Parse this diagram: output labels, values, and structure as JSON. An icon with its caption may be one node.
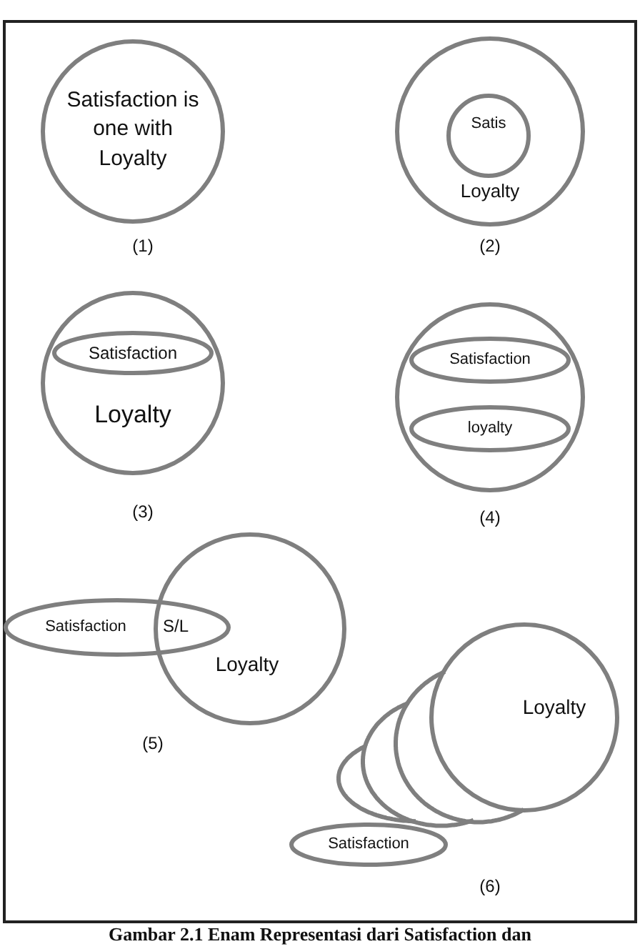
{
  "diagram": {
    "caption": "Gambar 2.1 Enam Representasi dari Satisfaction dan",
    "nodes": [
      {
        "text": [
          "Satisfaction is one with Loyalty"
        ]
      },
      {
        "text": [
          "Loyalty"
        ]
      },
      {
        "text": [
          "Satis"
        ],
        "in": 1
      },
      {
        "text": [
          "Loyalty"
        ]
      },
      {
        "text": [
          "Satisfaction"
        ],
        "in": 3
      },
      {
        "text": [],
        "shape": "circle"
      },
      {
        "text": [
          "Satisfaction"
        ],
        "in": 5
      },
      {
        "text": [
          "loyalty"
        ],
        "in": 5
      },
      {
        "text": [
          "Satisfaction"
        ]
      },
      {
        "text": [
          "Loyalty"
        ]
      },
      {
        "text": [
          "Loyalty"
        ]
      },
      {
        "text": [],
        "shape": "crescent"
      },
      {
        "text": [],
        "shape": "crescent"
      },
      {
        "text": [],
        "shape": "crescent"
      },
      {
        "text": [
          "Satisfaction"
        ]
      }
    ],
    "labels": [
      "(1)",
      "(2)",
      "(3)",
      "(4)",
      "S/L",
      "(5)",
      "(6)"
    ]
  }
}
